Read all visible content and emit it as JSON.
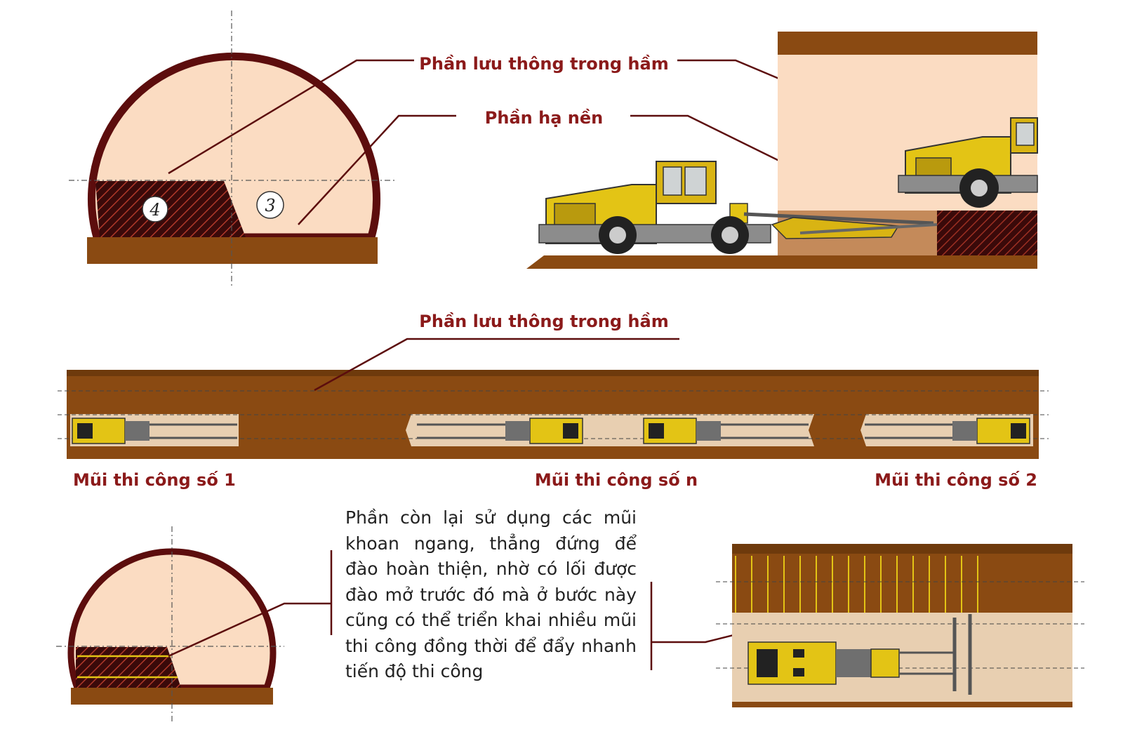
{
  "labels": {
    "traffic_part_top": "Phần lưu thông trong hầm",
    "bench_part": "Phần hạ nền",
    "traffic_part_mid": "Phần lưu thông trong hầm",
    "face_1": "Mũi thi công số 1",
    "face_n": "Mũi thi công số n",
    "face_2": "Mũi thi công số 2"
  },
  "markers": {
    "section_4": "4",
    "section_3": "3"
  },
  "description": "Phần còn lại sử dụng các mũi khoan ngang, thẳng đứng để đào hoàn thiện, nhờ có lối được đào mở trước đó mà ở bước này cũng có thể triển khai nhiều mũi thi công đồng thời để đẩy nhanh tiến độ thi công",
  "colors": {
    "soil": "#8a4a12",
    "lining": "#5c0d0d",
    "cavity": "#fbdcc2",
    "label": "#8b1a1a",
    "machine": "#e3c415"
  },
  "icons": [
    "drill-jumbo-icon",
    "drill-jumbo-top-view-icon"
  ]
}
